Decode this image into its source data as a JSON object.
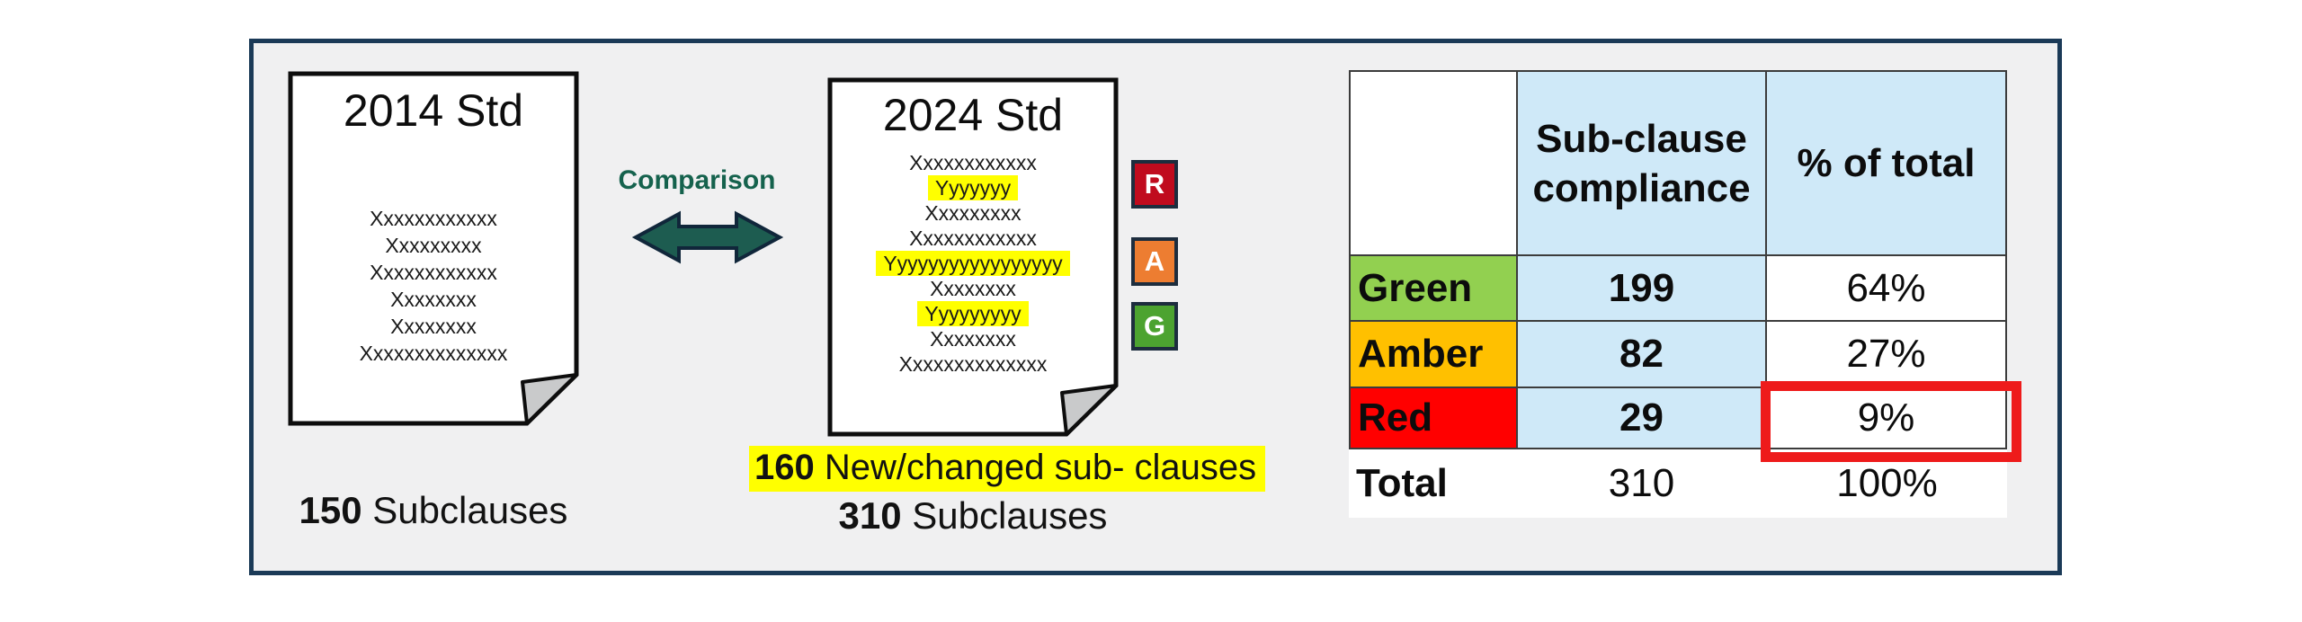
{
  "slide": {
    "background_color": "#f0f0f1",
    "border_color": "#1b3a57"
  },
  "left_document": {
    "title": "2014 Std",
    "lines": [
      "Xxxxxxxxxxxx",
      "Xxxxxxxxx",
      "Xxxxxxxxxxxx",
      "Xxxxxxxx",
      "Xxxxxxxx",
      "Xxxxxxxxxxxxxx"
    ],
    "caption": {
      "value": "150",
      "label": " Subclauses"
    }
  },
  "comparison": {
    "label": "Comparison",
    "text_color": "#15624d",
    "arrow_color": "#1d5c50"
  },
  "right_document": {
    "title": "2024 Std",
    "lines": [
      {
        "text": "Xxxxxxxxxxxx",
        "highlight": false
      },
      {
        "text": "Yyyyyyy",
        "highlight": true
      },
      {
        "text": "Xxxxxxxxx",
        "highlight": false
      },
      {
        "text": "Xxxxxxxxxxxx",
        "highlight": false
      },
      {
        "text": "Yyyyyyyyyyyyyyyyy",
        "highlight": true
      },
      {
        "text": "Xxxxxxxx",
        "highlight": false
      },
      {
        "text": "Yyyyyyyyy",
        "highlight": true
      },
      {
        "text": "Xxxxxxxx",
        "highlight": false
      },
      {
        "text": "Xxxxxxxxxxxxxx",
        "highlight": false
      }
    ],
    "highlight_color": "#ffff00",
    "annotation": {
      "value": "160",
      "label": " New/changed sub- clauses"
    },
    "caption": {
      "value": "310",
      "label": " Subclauses"
    }
  },
  "rag_badges": [
    {
      "letter": "R",
      "color": "#c00b1e"
    },
    {
      "letter": "A",
      "color": "#ed7d31"
    },
    {
      "letter": "G",
      "color": "#4ca330"
    }
  ],
  "table": {
    "headers": {
      "col1": "",
      "col2": "Sub-clause compliance",
      "col3": "% of total"
    },
    "header_fill": "#cfe9f8",
    "count_fill": "#cfe9f8",
    "rows": [
      {
        "label": "Green",
        "color": "#92d050",
        "count": "199",
        "percent": "64%",
        "highlighted": false
      },
      {
        "label": "Amber",
        "color": "#ffc000",
        "count": "82",
        "percent": "27%",
        "highlighted": false
      },
      {
        "label": "Red",
        "color": "#ff0000",
        "count": "29",
        "percent": "9%",
        "highlighted": true
      }
    ],
    "total": {
      "label": "Total",
      "count": "310",
      "percent": "100%"
    },
    "highlight_frame_color": "#ee1b1b"
  }
}
